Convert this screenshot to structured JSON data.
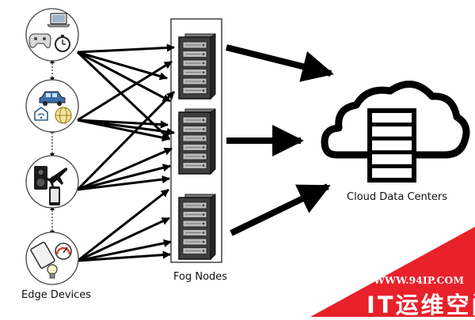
{
  "labels": {
    "edge_devices": "Edge Devices",
    "fog_nodes": "Fog Nodes",
    "cloud_data_centers": "Cloud Data Centers"
  },
  "watermark": {
    "url": "WWW.94IP.COM",
    "name": "IT运维空间",
    "color": "#e8212b"
  },
  "edge_devices": [
    {
      "icons": [
        "laptop-icon",
        "gamepad-icon",
        "stopwatch-icon"
      ]
    },
    {
      "icons": [
        "car-icon",
        "smart-home-icon",
        "globe-icon"
      ]
    },
    {
      "icons": [
        "speaker-icon",
        "airplane-icon",
        "smartphone-icon"
      ]
    },
    {
      "icons": [
        "tablet-icon",
        "speedometer-icon",
        "lightbulb-icon"
      ]
    }
  ],
  "fog_nodes": [
    {
      "icon": "server-rack-icon"
    },
    {
      "icon": "server-rack-icon"
    },
    {
      "icon": "server-rack-icon"
    }
  ],
  "cloud": {
    "icons": [
      "cloud-icon",
      "database-icon"
    ]
  }
}
